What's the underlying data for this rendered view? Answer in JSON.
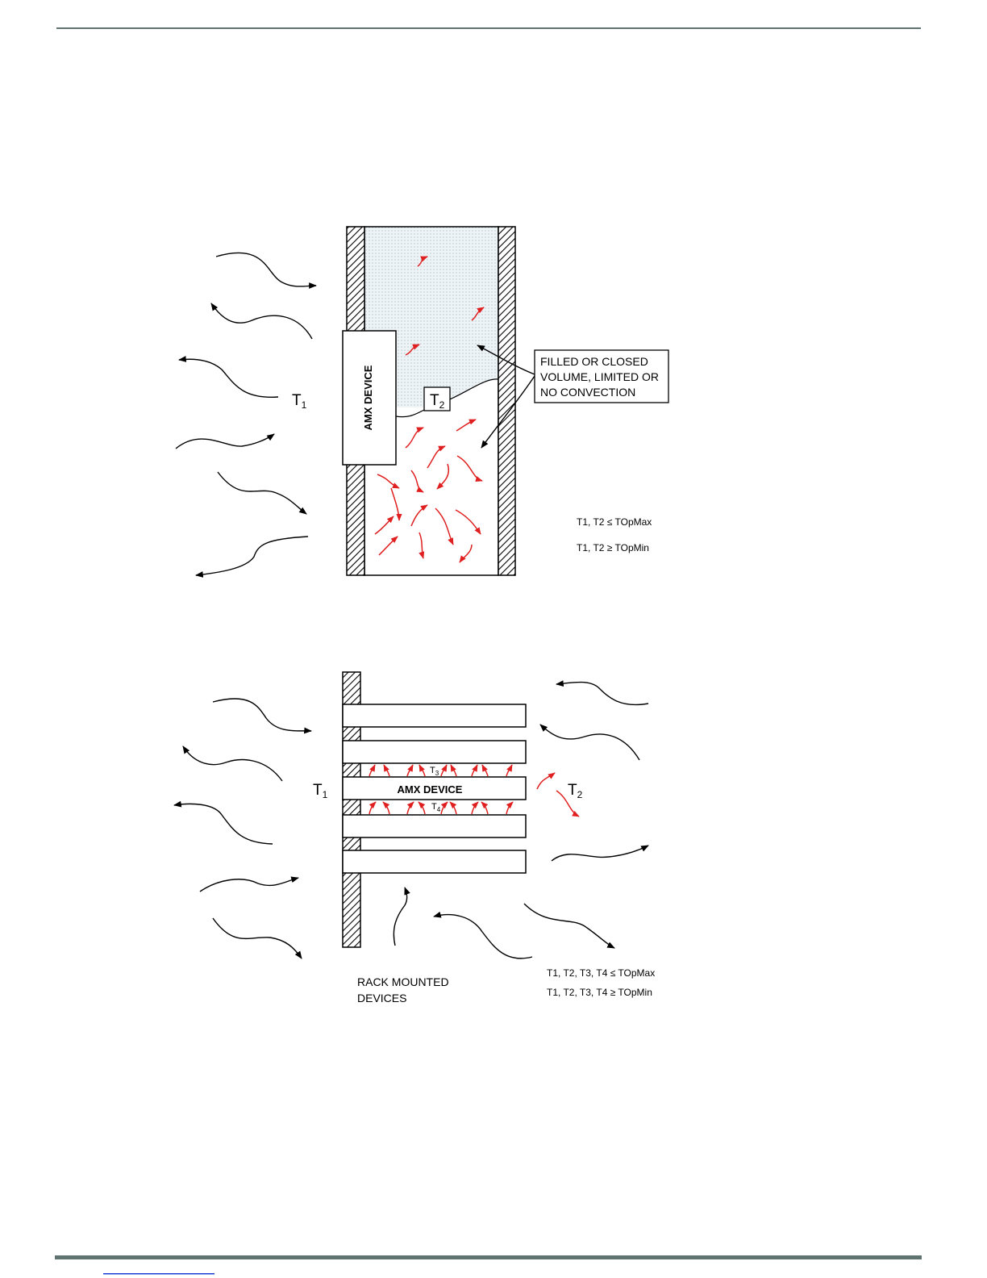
{
  "diagram_top": {
    "device_label": "AMX DEVICE",
    "t1_label": "T",
    "t1_sub": "1",
    "t2_label": "T",
    "t2_sub": "2",
    "callout_line1": "FILLED  OR CLOSED",
    "callout_line2": "VOLUME, LIMITED OR",
    "callout_line3": "NO CONVECTION",
    "cond_max": "T1, T2 ≤ TOpMax",
    "cond_min": "T1, T2 ≥ TOpMin"
  },
  "diagram_bottom": {
    "device_label": "AMX DEVICE",
    "t1_label": "T",
    "t1_sub": "1",
    "t2_label": "T",
    "t2_sub": "2",
    "t3_label": "T",
    "t3_sub": "3",
    "t4_label": "T",
    "t4_sub": "4",
    "rack_line1": "RACK MOUNTED",
    "rack_line2": "DEVICES",
    "cond_max": "T1, T2, T3, T4 ≤ TOpMax",
    "cond_min": "T1, T2, T3, T4 ≥ TOpMin"
  },
  "colors": {
    "rule": "#5f7471",
    "heat_arrow": "#e02020",
    "air_arrow": "#000000",
    "fill_dots": "#dfe9ee",
    "footer_link": "#1a3fd6"
  }
}
